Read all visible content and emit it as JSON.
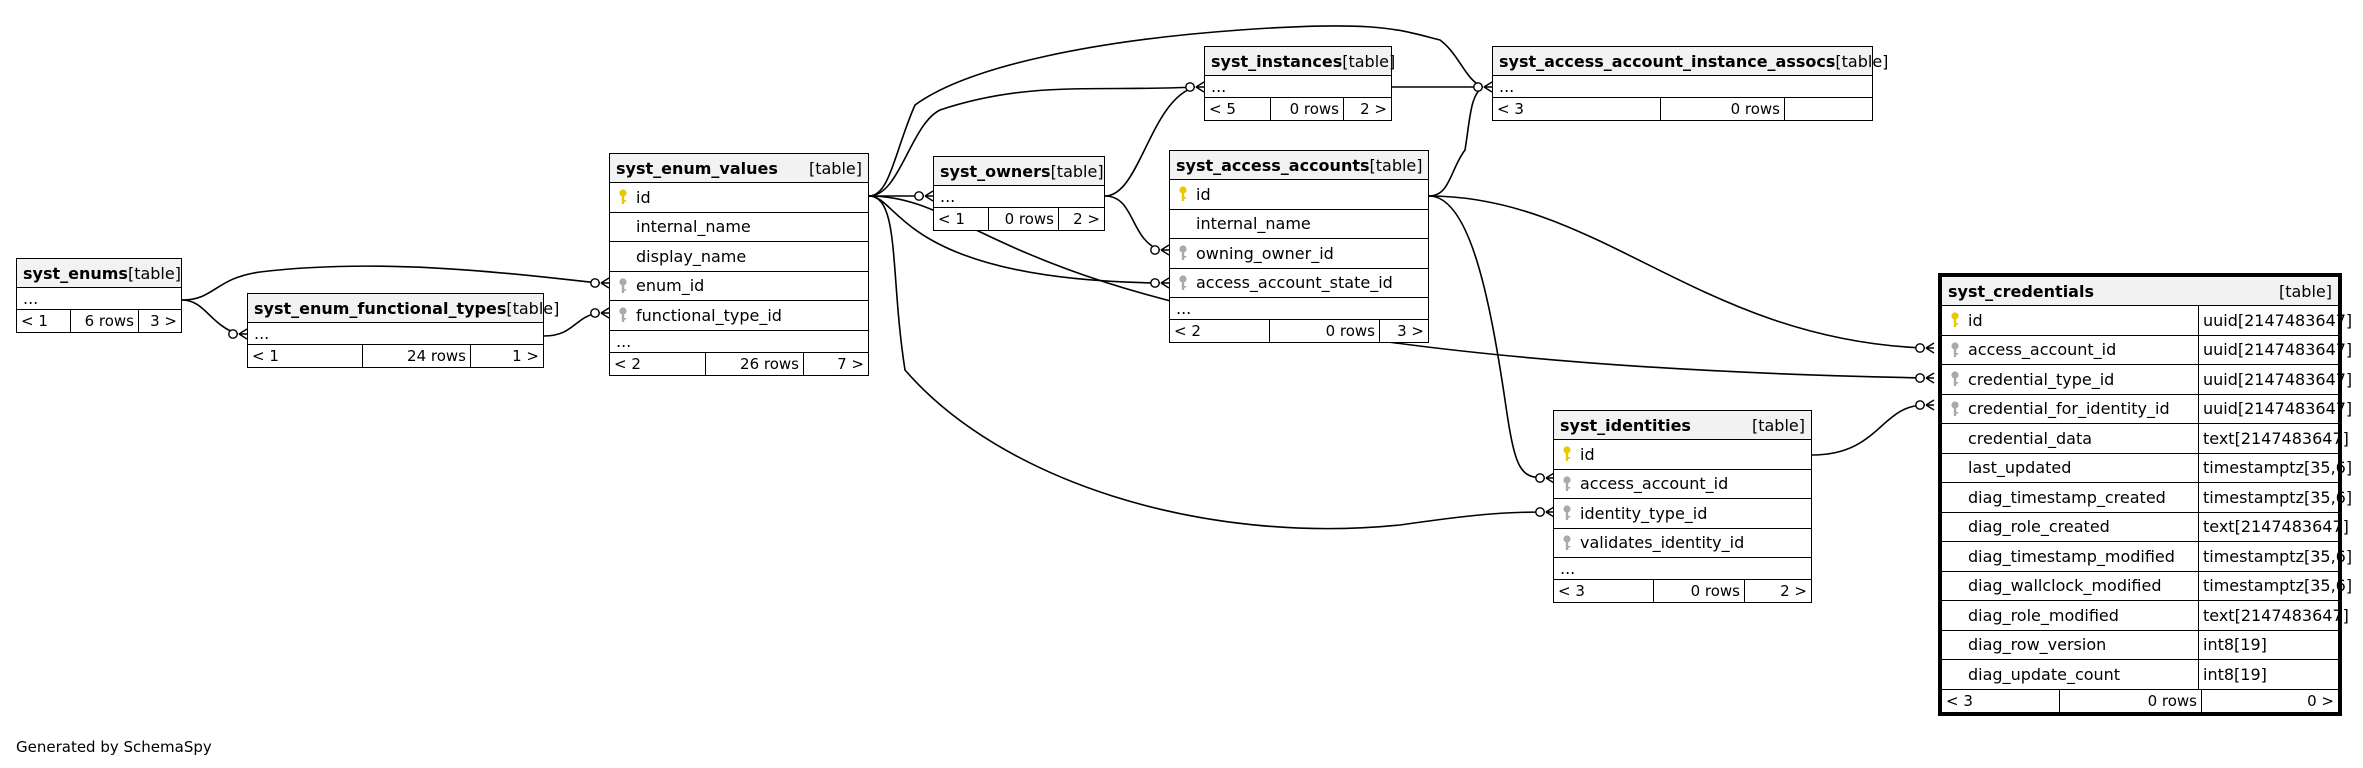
{
  "footer": "Generated by SchemaSpy",
  "table_label": "[table]",
  "tables": [
    {
      "id": "syst_enums",
      "name": "syst_enums",
      "columns": [],
      "has_ellipsis": true,
      "ellipsis": "...",
      "footer": {
        "parents": "< 1",
        "rows": "6 rows",
        "children": "3 >"
      }
    },
    {
      "id": "syst_enum_functional_types",
      "name": "syst_enum_functional_types",
      "columns": [],
      "has_ellipsis": true,
      "ellipsis": "...",
      "footer": {
        "parents": "< 1",
        "rows": "24 rows",
        "children": "1 >"
      }
    },
    {
      "id": "syst_enum_values",
      "name": "syst_enum_values",
      "columns": [
        {
          "name": "id",
          "key": "primary"
        },
        {
          "name": "internal_name",
          "key": "none"
        },
        {
          "name": "display_name",
          "key": "none"
        },
        {
          "name": "enum_id",
          "key": "foreign"
        },
        {
          "name": "functional_type_id",
          "key": "foreign"
        }
      ],
      "has_ellipsis": true,
      "ellipsis": "...",
      "footer": {
        "parents": "< 2",
        "rows": "26 rows",
        "children": "7 >"
      }
    },
    {
      "id": "syst_owners",
      "name": "syst_owners",
      "columns": [],
      "has_ellipsis": true,
      "ellipsis": "...",
      "footer": {
        "parents": "< 1",
        "rows": "0 rows",
        "children": "2 >"
      }
    },
    {
      "id": "syst_instances",
      "name": "syst_instances",
      "columns": [],
      "has_ellipsis": true,
      "ellipsis": "...",
      "footer": {
        "parents": "< 5",
        "rows": "0 rows",
        "children": "2 >"
      }
    },
    {
      "id": "syst_access_accounts",
      "name": "syst_access_accounts",
      "columns": [
        {
          "name": "id",
          "key": "primary"
        },
        {
          "name": "internal_name",
          "key": "none"
        },
        {
          "name": "owning_owner_id",
          "key": "foreign"
        },
        {
          "name": "access_account_state_id",
          "key": "foreign"
        }
      ],
      "has_ellipsis": true,
      "ellipsis": "...",
      "footer": {
        "parents": "< 2",
        "rows": "0 rows",
        "children": "3 >"
      }
    },
    {
      "id": "syst_access_account_instance_assocs",
      "name": "syst_access_account_instance_assocs",
      "columns": [],
      "has_ellipsis": true,
      "ellipsis": "...",
      "footer": {
        "parents": "< 3",
        "rows": "0 rows",
        "children": ""
      }
    },
    {
      "id": "syst_identities",
      "name": "syst_identities",
      "columns": [
        {
          "name": "id",
          "key": "primary"
        },
        {
          "name": "access_account_id",
          "key": "foreign"
        },
        {
          "name": "identity_type_id",
          "key": "foreign"
        },
        {
          "name": "validates_identity_id",
          "key": "foreign"
        }
      ],
      "has_ellipsis": true,
      "ellipsis": "...",
      "footer": {
        "parents": "< 3",
        "rows": "0 rows",
        "children": "2 >"
      }
    },
    {
      "id": "syst_credentials",
      "name": "syst_credentials",
      "highlight": true,
      "columns": [
        {
          "name": "id",
          "key": "primary",
          "type": "uuid[2147483647]"
        },
        {
          "name": "access_account_id",
          "key": "foreign",
          "type": "uuid[2147483647]"
        },
        {
          "name": "credential_type_id",
          "key": "foreign",
          "type": "uuid[2147483647]"
        },
        {
          "name": "credential_for_identity_id",
          "key": "foreign",
          "type": "uuid[2147483647]"
        },
        {
          "name": "credential_data",
          "key": "none",
          "type": "text[2147483647]"
        },
        {
          "name": "last_updated",
          "key": "none",
          "type": "timestamptz[35,6]"
        },
        {
          "name": "diag_timestamp_created",
          "key": "none",
          "type": "timestamptz[35,6]"
        },
        {
          "name": "diag_role_created",
          "key": "none",
          "type": "text[2147483647]"
        },
        {
          "name": "diag_timestamp_modified",
          "key": "none",
          "type": "timestamptz[35,6]"
        },
        {
          "name": "diag_wallclock_modified",
          "key": "none",
          "type": "timestamptz[35,6]"
        },
        {
          "name": "diag_role_modified",
          "key": "none",
          "type": "text[2147483647]"
        },
        {
          "name": "diag_row_version",
          "key": "none",
          "type": "int8[19]"
        },
        {
          "name": "diag_update_count",
          "key": "none",
          "type": "int8[19]"
        }
      ],
      "has_ellipsis": false,
      "footer": {
        "parents": "< 3",
        "rows": "0 rows",
        "children": "0 >"
      }
    }
  ],
  "relationships": [
    {
      "from": "syst_enums",
      "to": "syst_enum_functional_types"
    },
    {
      "from": "syst_enums",
      "to": "syst_enum_values.enum_id"
    },
    {
      "from": "syst_enum_functional_types",
      "to": "syst_enum_values.functional_type_id"
    },
    {
      "from": "syst_enum_values.id",
      "to": "syst_owners"
    },
    {
      "from": "syst_enum_values.id",
      "to": "syst_instances"
    },
    {
      "from": "syst_enum_values.id",
      "to": "syst_access_account_instance_assocs"
    },
    {
      "from": "syst_enum_values.id",
      "to": "syst_access_accounts.access_account_state_id"
    },
    {
      "from": "syst_enum_values.id",
      "to": "syst_credentials.credential_type_id"
    },
    {
      "from": "syst_enum_values.id",
      "to": "syst_identities.identity_type_id"
    },
    {
      "from": "syst_owners",
      "to": "syst_instances"
    },
    {
      "from": "syst_owners",
      "to": "syst_access_accounts.owning_owner_id"
    },
    {
      "from": "syst_instances",
      "to": "syst_access_account_instance_assocs"
    },
    {
      "from": "syst_access_accounts.id",
      "to": "syst_access_account_instance_assocs"
    },
    {
      "from": "syst_access_accounts.id",
      "to": "syst_credentials.access_account_id"
    },
    {
      "from": "syst_access_accounts.id",
      "to": "syst_identities.access_account_id"
    },
    {
      "from": "syst_identities.id",
      "to": "syst_credentials.credential_for_identity_id"
    }
  ]
}
